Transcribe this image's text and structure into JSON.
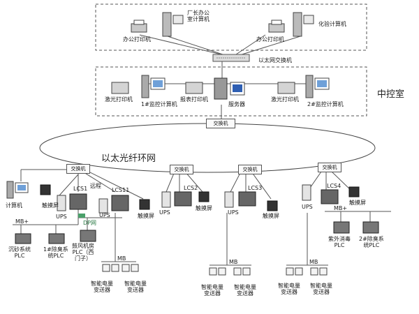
{
  "labels": {
    "office_printer": "办公打印机",
    "factory_office_pc": "厂长办公\n室计算机",
    "office_printer2": "办公打印机",
    "lab_pc": "化验计算机",
    "ethernet_switch": "以太网交换机",
    "laser_printer1": "激光打印机",
    "monitor1_pc": "1#监控计算机",
    "report_printer": "报表打印机",
    "server": "服务器",
    "laser_printer2": "激光打印机",
    "monitor2_pc": "2#监控计算机",
    "control_room": "中控室",
    "switch_top": "交换机",
    "fiber_ring": "以太光纤环网",
    "switch1": "交换机",
    "switch2": "交换机",
    "switch3": "交换机",
    "switch4": "交换机",
    "computer": "计算机",
    "touch1": "触摸屏",
    "lcs1": "LCS1",
    "remote_io": "远程",
    "lcs11": "LCS11",
    "ups1": "UPS",
    "ups2": "UPS",
    "profibus": "DP网",
    "touch2": "触摸屏",
    "mb_left": "MB+",
    "plc_sand": "沉砂系统\nPLC",
    "plc_deodor1": "1#除臭系\n统PLC",
    "plc_blower": "鼓风机房\nPLC（西\n门子）",
    "mb1": "MB",
    "sensor1a": "智能电量\n变送器",
    "sensor1b": "智能电量\n变送器",
    "lcs2": "LCS2",
    "ups3": "UPS",
    "touch3": "触摸屏",
    "lcs3": "LCS3",
    "ups4": "UPS",
    "touch4": "触摸屏",
    "mb2": "MB",
    "sensor2a": "智能电量\n变送器",
    "sensor2b": "智能电量\n变送器",
    "lcs4": "LCS4",
    "touch5": "触摸屏",
    "ups5": "UPS",
    "mb_right": "MB+",
    "plc_uv": "紫外消毒\nPLC",
    "plc_deodor2": "2#除臭系\n统PLC",
    "mb3": "MB",
    "sensor3a": "智能电量\n变送器",
    "sensor3b": "智能电量\n变送器"
  }
}
